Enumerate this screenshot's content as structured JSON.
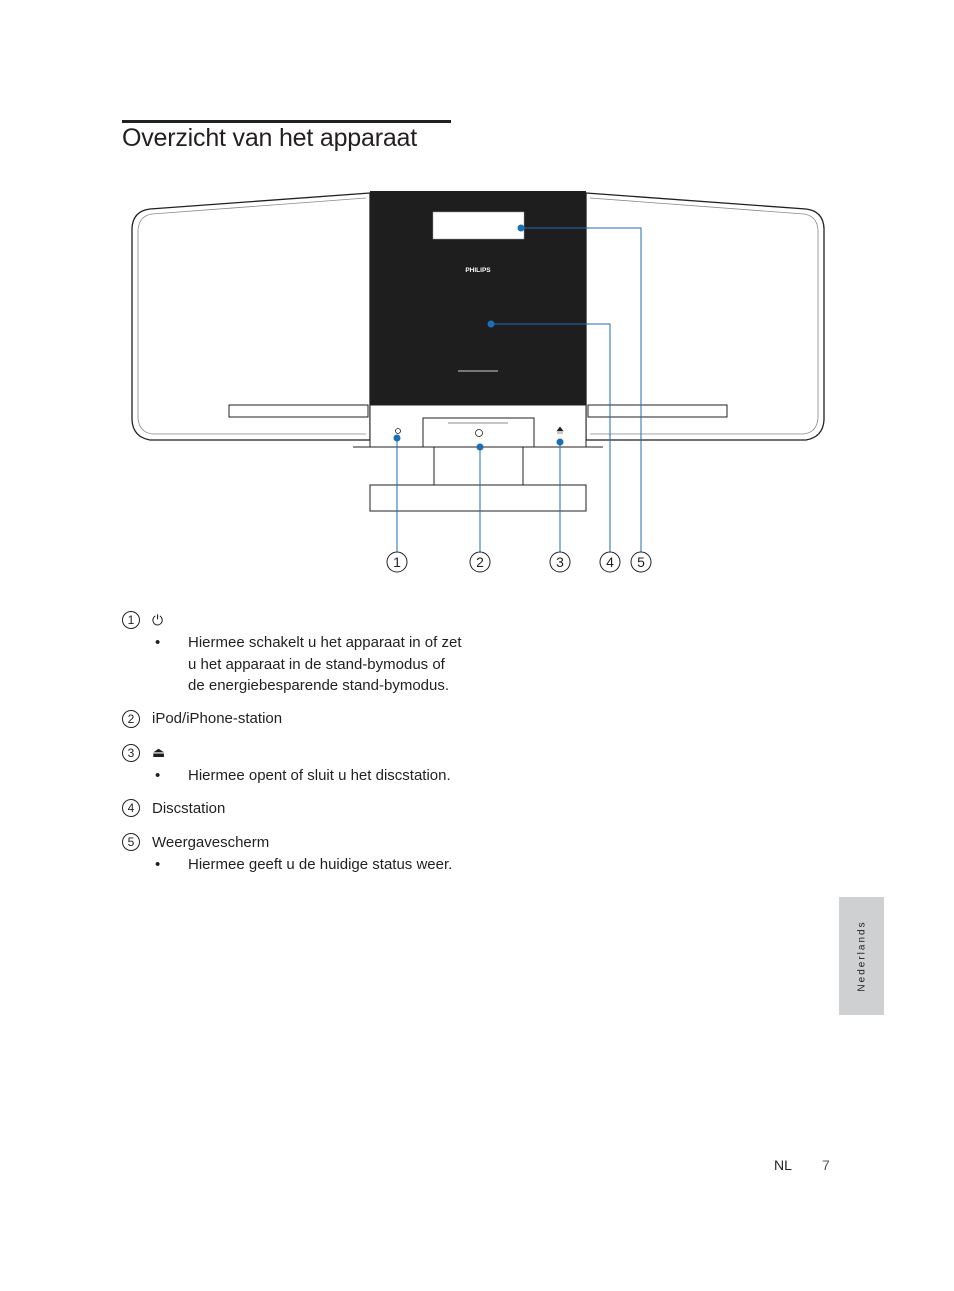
{
  "page": {
    "title": "Overzicht van het apparaat",
    "language_tab": "Nederlands",
    "footer_lang": "NL",
    "footer_page": "7"
  },
  "diagram": {
    "brand": "PHILIPS",
    "callouts": [
      "1",
      "2",
      "3",
      "4",
      "5"
    ],
    "colors": {
      "callout_line": "#1a6fb5",
      "device_front": "#1e1e1e"
    }
  },
  "items": [
    {
      "num": "1",
      "label": "",
      "icon": "power-icon",
      "symbol": "⏻",
      "bullets": [
        "Hiermee schakelt u het apparaat in of zet u het apparaat in de stand-bymodus of de energiebesparende stand-bymodus."
      ]
    },
    {
      "num": "2",
      "label": "iPod/iPhone-station",
      "bullets": []
    },
    {
      "num": "3",
      "label": "",
      "icon": "eject-icon",
      "symbol": "⏏",
      "bullets": [
        "Hiermee opent of sluit u het discstation."
      ]
    },
    {
      "num": "4",
      "label": "Discstation",
      "bullets": []
    },
    {
      "num": "5",
      "label": "Weergavescherm",
      "bullets": [
        "Hiermee geeft u de huidige status weer."
      ]
    }
  ]
}
